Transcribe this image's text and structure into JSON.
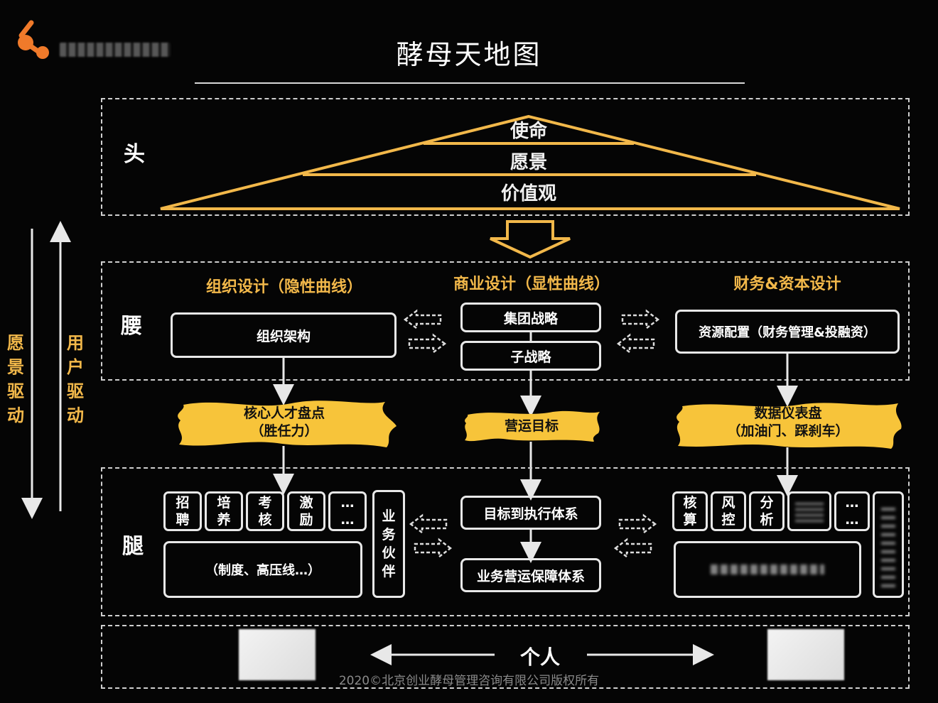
{
  "title": "酵母天地图",
  "head": {
    "label": "头",
    "pyramid": [
      "使命",
      "愿景",
      "价值观"
    ]
  },
  "waist": {
    "label": "腰",
    "columns": [
      {
        "title": "组织设计（隐性曲线）",
        "boxes": [
          "组织架构"
        ],
        "cloud": [
          "核心人才盘点",
          "（胜任力）"
        ]
      },
      {
        "title": "商业设计（显性曲线）",
        "boxes": [
          "集团战略",
          "子战略"
        ],
        "cloud": [
          "营运目标"
        ]
      },
      {
        "title": "财务&资本设计",
        "boxes": [
          "资源配置（财务管理&投融资）"
        ],
        "cloud": [
          "数据仪表盘",
          "（加油门、踩刹车）"
        ]
      }
    ]
  },
  "legs": {
    "label": "腿",
    "left_items": [
      {
        "top": "招",
        "bottom": "聘"
      },
      {
        "top": "培",
        "bottom": "养"
      },
      {
        "top": "考",
        "bottom": "核"
      },
      {
        "top": "激",
        "bottom": "励"
      },
      {
        "top": "…",
        "bottom": "…"
      }
    ],
    "left_partner": [
      "业",
      "务",
      "伙",
      "伴"
    ],
    "left_bottom": "（制度、高压线…）",
    "center_boxes": [
      "目标到执行体系",
      "业务营运保障体系"
    ],
    "right_items": [
      {
        "top": "核",
        "bottom": "算"
      },
      {
        "top": "风",
        "bottom": "控"
      },
      {
        "top": "分",
        "bottom": "析"
      },
      {
        "top": "",
        "bottom": ""
      },
      {
        "top": "…",
        "bottom": "…"
      }
    ]
  },
  "side": {
    "left": [
      "愿",
      "景",
      "驱",
      "动"
    ],
    "right": [
      "用",
      "户",
      "驱",
      "动"
    ]
  },
  "bottom": {
    "person": "个人",
    "copyright": "2020©北京创业酵母管理咨询有限公司版权所有"
  },
  "colors": {
    "accent_gold": "#f2b84a",
    "cloud_yellow": "#f7c43a",
    "line_white": "#e8e8e8",
    "background": "#050505",
    "logo_orange": "#f07a2a"
  }
}
